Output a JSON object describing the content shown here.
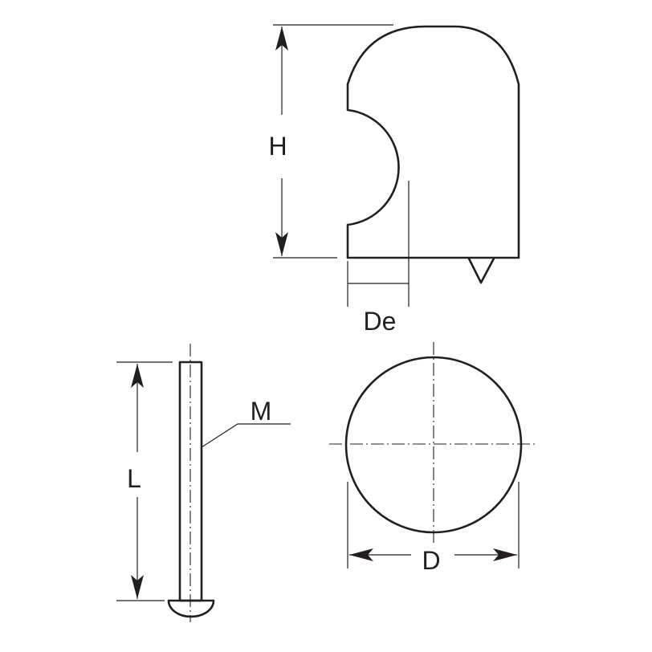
{
  "diagram": {
    "labels": {
      "height": "H",
      "escape_diameter": "De",
      "length": "L",
      "thread": "M",
      "diameter": "D"
    },
    "line_color": "#231f20",
    "background": "#ffffff"
  }
}
